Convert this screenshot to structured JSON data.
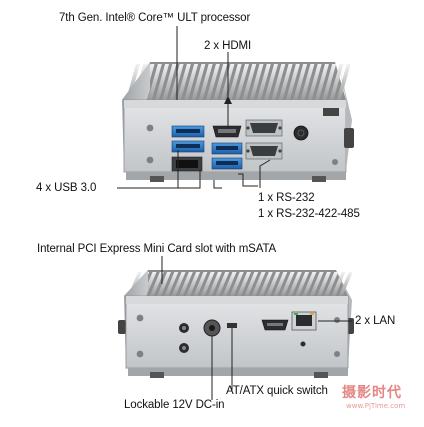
{
  "top_view": {
    "labels": {
      "processor": "7th Gen. Intel® Core™ ULT processor",
      "hdmi": "2 x HDMI",
      "usb": "4 x USB 3.0",
      "rs232": "1 x RS-232",
      "rs232_422_485": "1 x RS-232-422-485"
    }
  },
  "bottom_view": {
    "labels": {
      "mini_card": "Internal PCI Express Mini Card slot with mSATA",
      "lan": "2 x LAN",
      "atx_switch": "AT/ATX quick switch",
      "dc_in": "Lockable 12V DC-in"
    }
  },
  "watermark": {
    "text": "摄影时代",
    "url": "www.PjTime.com"
  }
}
